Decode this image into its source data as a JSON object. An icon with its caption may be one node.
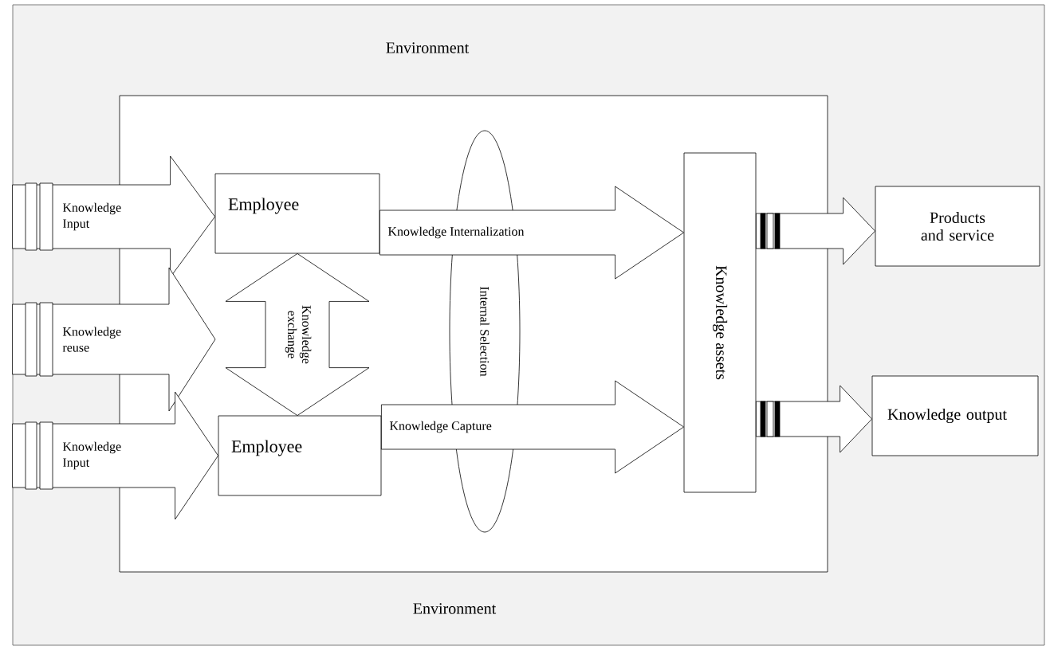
{
  "diagram": {
    "nodes": [
      {
        "text": [
          "Environment",
          "Environment"
        ]
      },
      {
        "text": [],
        "shape": "box",
        "in": 0
      },
      {
        "text": [
          "Employee"
        ],
        "in": 1
      },
      {
        "text": [
          "Employee"
        ],
        "in": 1
      },
      {
        "text": [
          "Internal Selection"
        ],
        "in": 1
      },
      {
        "text": [
          "Knowledge assets"
        ],
        "in": 1
      },
      {
        "text": [
          "Products and service"
        ],
        "in": 0
      },
      {
        "text": [
          "Knowledge output"
        ],
        "in": 0
      }
    ],
    "edges": [
      {
        "from": 0,
        "to": 2,
        "arrow": "to",
        "label": "Knowledge Input"
      },
      {
        "from": 0,
        "to": null,
        "arrow": "to",
        "label": "Knowledge reuse"
      },
      {
        "from": 0,
        "to": 3,
        "arrow": "to",
        "label": "Knowledge Input"
      },
      {
        "from": 2,
        "to": 3,
        "arrow": "both",
        "label": "Knowledge exchange"
      },
      {
        "from": 2,
        "to": 5,
        "arrow": "to",
        "label": "Knowledge Internalization"
      },
      {
        "from": 3,
        "to": 5,
        "arrow": "to",
        "label": "Knowledge Capture"
      },
      {
        "from": 5,
        "to": 6,
        "arrow": "to"
      },
      {
        "from": 5,
        "to": 7,
        "arrow": "to"
      }
    ]
  }
}
